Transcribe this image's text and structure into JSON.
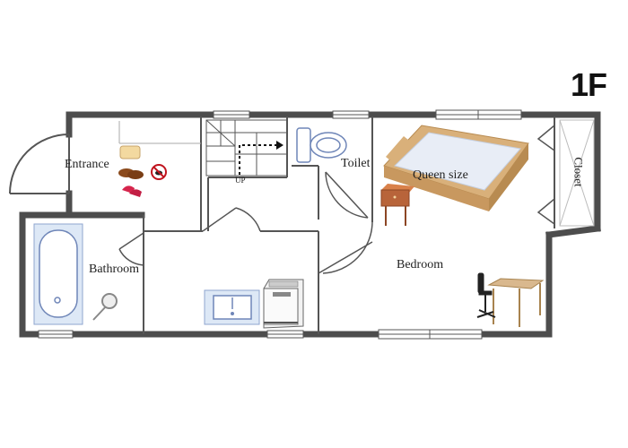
{
  "floor": {
    "label": "1F"
  },
  "rooms": {
    "entrance": "Entrance",
    "toilet": "Toilet",
    "bathroom": "Bathroom",
    "bedroom": "Bedroom",
    "closet": "Closet"
  },
  "furniture": {
    "bed_label": "Queen size",
    "stairs_label": "UP"
  },
  "colors": {
    "wall": "#4d4d4d",
    "line": "#555555",
    "bed_frame": "#d9b07a",
    "bed_sheet": "#e8edf6",
    "nightstand": "#b8643a",
    "desk": "#c9a77a",
    "fixture_blue": "#6f86b8"
  }
}
